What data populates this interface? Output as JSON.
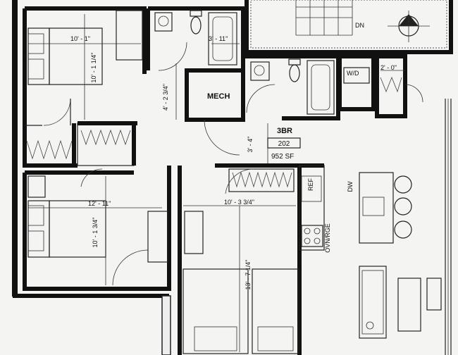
{
  "unit": {
    "type": "3BR",
    "number": "202",
    "area": "952 SF"
  },
  "rooms": {
    "mech": "MECH",
    "wd": "W/D",
    "dn": "DN",
    "ref": "REF",
    "dw": "DW",
    "ovn_rge": "OVN/RGE"
  },
  "dimensions": {
    "bed1_width": "10' - 1\"",
    "bed1_depth": "10' - 1 1/4\"",
    "bath1_width": "3' - 11\"",
    "hall_width": "4' - 2 3/4\"",
    "closet_width": "2' - 0\"",
    "hall2_width": "3' - 4\"",
    "bed2_width": "12' - 11\"",
    "bed2_depth": "10' - 1 3/4\"",
    "bed3_width": "10' - 3 3/4\"",
    "bed3_depth": "13' - 7 1/4\""
  }
}
